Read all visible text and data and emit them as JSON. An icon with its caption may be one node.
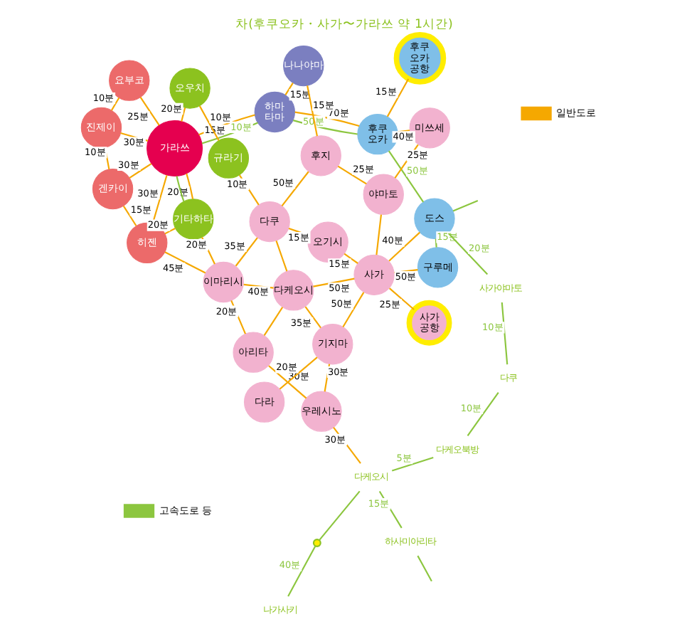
{
  "diagram": {
    "title": "차(후쿠오카・사가〜가라쓰 약 1시간)",
    "nodes": [
      {
        "text": [
          "가라쓰"
        ]
      },
      {
        "text": [
          "요부코"
        ]
      },
      {
        "text": [
          "진제이"
        ]
      },
      {
        "text": [
          "겐카이"
        ]
      },
      {
        "text": [
          "히젠"
        ]
      },
      {
        "text": [
          "하마 타마"
        ]
      },
      {
        "text": [
          "나나야마"
        ]
      },
      {
        "text": [
          "기타하타"
        ]
      },
      {
        "text": [
          "오우치"
        ]
      },
      {
        "text": [
          "규라기"
        ]
      },
      {
        "text": [
          "후쿠 오카"
        ]
      },
      {
        "text": [
          "후쿠 오카 공항"
        ]
      },
      {
        "text": [
          "후지"
        ]
      },
      {
        "text": [
          "미쓰세"
        ]
      },
      {
        "text": [
          "도스"
        ]
      },
      {
        "text": [
          "야마토"
        ]
      },
      {
        "text": [
          "이마리시"
        ]
      },
      {
        "text": [
          "다쿠"
        ]
      },
      {
        "text": [
          "오기시"
        ]
      },
      {
        "text": [
          "사가"
        ]
      },
      {
        "text": [
          "구루메"
        ]
      },
      {
        "text": [
          "아리타"
        ]
      },
      {
        "text": [
          "다케오시"
        ]
      },
      {
        "text": [
          "사가 공항"
        ]
      },
      {
        "text": [
          "우레시노"
        ]
      },
      {
        "text": [
          "기지마"
        ]
      },
      {
        "text": [
          "다라"
        ]
      },
      {
        "text": [
          "다쿠"
        ]
      },
      {
        "text": [
          "사가야마토"
        ]
      },
      {
        "text": [
          "하사미아리타"
        ]
      },
      {
        "text": [
          "다케오시"
        ]
      },
      {
        "text": [
          "다케오북방"
        ]
      },
      {
        "text": [],
        "shape": "circle"
      },
      {
        "text": [
          "나가사키"
        ]
      }
    ],
    "edges": [
      {
        "from": 1,
        "to": 2,
        "arrow": "none",
        "label": "10분"
      },
      {
        "from": 1,
        "to": 0,
        "arrow": "none",
        "label": "25분"
      },
      {
        "from": 2,
        "to": 0,
        "arrow": "none",
        "label": "30분"
      },
      {
        "from": 2,
        "to": 3,
        "arrow": "none",
        "label": "10분"
      },
      {
        "from": 3,
        "to": 0,
        "arrow": "none",
        "label": "30분"
      },
      {
        "from": 3,
        "to": 4,
        "arrow": "none",
        "label": "15분"
      },
      {
        "from": 4,
        "to": 0,
        "arrow": "none",
        "label": "30분"
      },
      {
        "from": 4,
        "to": 7,
        "arrow": "none",
        "label": "20분"
      },
      {
        "from": 0,
        "to": 7,
        "arrow": "none",
        "label": "20분"
      },
      {
        "from": 0,
        "to": 7,
        "arrow": "none",
        "color": "#8cc63f"
      },
      {
        "from": 0,
        "to": 5,
        "arrow": "none",
        "label": "15분"
      },
      {
        "from": 0,
        "to": 5,
        "arrow": "none",
        "label": "10분",
        "color": "#8cc63f"
      },
      {
        "from": 5,
        "to": 10,
        "arrow": "none",
        "label": "70분"
      },
      {
        "from": 5,
        "to": 10,
        "arrow": "none",
        "label": "50분",
        "color": "#8cc63f"
      },
      {
        "from": 5,
        "to": 6,
        "arrow": "none",
        "label": "15분"
      },
      {
        "from": 6,
        "to": 12,
        "arrow": "none",
        "label": "15분"
      },
      {
        "from": 10,
        "to": 11,
        "arrow": "none",
        "label": "15분"
      },
      {
        "from": 0,
        "to": 8,
        "arrow": "none",
        "label": "20분"
      },
      {
        "from": 8,
        "to": 9,
        "arrow": "none",
        "label": "10분"
      },
      {
        "from": 9,
        "to": 17,
        "arrow": "none",
        "label": "10분"
      },
      {
        "from": 12,
        "to": 17,
        "arrow": "none",
        "label": "50분"
      },
      {
        "from": 12,
        "to": 15,
        "arrow": "none",
        "label": "25분"
      },
      {
        "from": 13,
        "to": 15,
        "arrow": "none",
        "label": "25분"
      },
      {
        "from": 13,
        "to": 10,
        "arrow": "none",
        "label": "40분"
      },
      {
        "from": 10,
        "to": 14,
        "arrow": "none",
        "label": "50분",
        "color": "#8cc63f"
      },
      {
        "from": 4,
        "to": 16,
        "arrow": "none",
        "label": "45분"
      },
      {
        "from": 7,
        "to": 16,
        "arrow": "none",
        "label": "20분"
      },
      {
        "from": 16,
        "to": 17,
        "arrow": "none",
        "label": "35분"
      },
      {
        "from": 16,
        "to": 22,
        "arrow": "none",
        "label": "40분"
      },
      {
        "from": 16,
        "to": 21,
        "arrow": "none",
        "label": "20분"
      },
      {
        "from": 17,
        "to": 22,
        "arrow": "none"
      },
      {
        "from": 17,
        "to": 18,
        "arrow": "none",
        "label": "15분"
      },
      {
        "from": 18,
        "to": 19,
        "arrow": "none",
        "label": "15분"
      },
      {
        "from": 15,
        "to": 19,
        "arrow": "none"
      },
      {
        "from": 22,
        "to": 19,
        "arrow": "none",
        "label": "50분"
      },
      {
        "from": 19,
        "to": 14,
        "arrow": "none",
        "label": "40분"
      },
      {
        "from": 19,
        "to": 20,
        "arrow": "none",
        "label": "50분"
      },
      {
        "from": 14,
        "to": 20,
        "arrow": "none",
        "label": "15분",
        "color": "#8cc63f"
      },
      {
        "from": 14,
        "to": null,
        "arrow": "none",
        "color": "#8cc63f"
      },
      {
        "from": 19,
        "to": 23,
        "arrow": "none",
        "label": "25분"
      },
      {
        "from": 19,
        "to": 25,
        "arrow": "none",
        "label": "50분"
      },
      {
        "from": 21,
        "to": 22,
        "arrow": "none"
      },
      {
        "from": 22,
        "to": 25,
        "arrow": "none",
        "label": "35분"
      },
      {
        "from": 25,
        "to": 26,
        "arrow": "none",
        "label": "20분"
      },
      {
        "from": 24,
        "to": 25,
        "arrow": "none",
        "label": "30분"
      },
      {
        "from": 21,
        "to": 24,
        "arrow": "none",
        "label": "30분"
      },
      {
        "from": 30,
        "to": 24,
        "arrow": "none",
        "label": "30분"
      },
      {
        "from": 14,
        "to": 28,
        "arrow": "none",
        "label": "20분",
        "color": "#8cc63f"
      },
      {
        "from": 28,
        "to": 27,
        "arrow": "none",
        "label": "10분",
        "color": "#8cc63f"
      },
      {
        "from": 27,
        "to": 31,
        "arrow": "none",
        "label": "10분",
        "color": "#8cc63f"
      },
      {
        "from": 31,
        "to": 30,
        "arrow": "none",
        "label": "5분",
        "color": "#8cc63f"
      },
      {
        "from": 30,
        "to": 29,
        "arrow": "none",
        "label": "15분",
        "color": "#8cc63f"
      },
      {
        "from": 29,
        "to": null,
        "arrow": "none",
        "color": "#8cc63f"
      },
      {
        "from": 30,
        "to": 32,
        "arrow": "none",
        "color": "#8cc63f"
      },
      {
        "from": 32,
        "to": 33,
        "arrow": "none",
        "label": "40분",
        "color": "#8cc63f"
      }
    ],
    "legend": [
      {
        "text": "일반도로",
        "color": "#f5a800"
      },
      {
        "text": "고속도로 등",
        "color": "#8cc63f"
      }
    ]
  }
}
